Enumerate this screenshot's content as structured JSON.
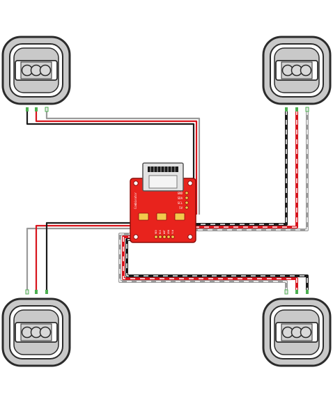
{
  "board": {
    "top_labels": [
      "GND",
      "SDA",
      "SCL",
      "5V"
    ],
    "pin_labels": [
      "RED",
      "BLK",
      "WHT",
      "GRN",
      "YLW"
    ],
    "side_text": "Combinator"
  },
  "load_cells": [
    {
      "corner": "top-left"
    },
    {
      "corner": "top-right"
    },
    {
      "corner": "bottom-left"
    },
    {
      "corner": "bottom-right"
    }
  ],
  "wire_colors": {
    "red": "#d8141c",
    "black": "#1a1a1a",
    "white": "#f2f2f2",
    "gray": "#9a9a9a",
    "board": "#e8231d"
  }
}
